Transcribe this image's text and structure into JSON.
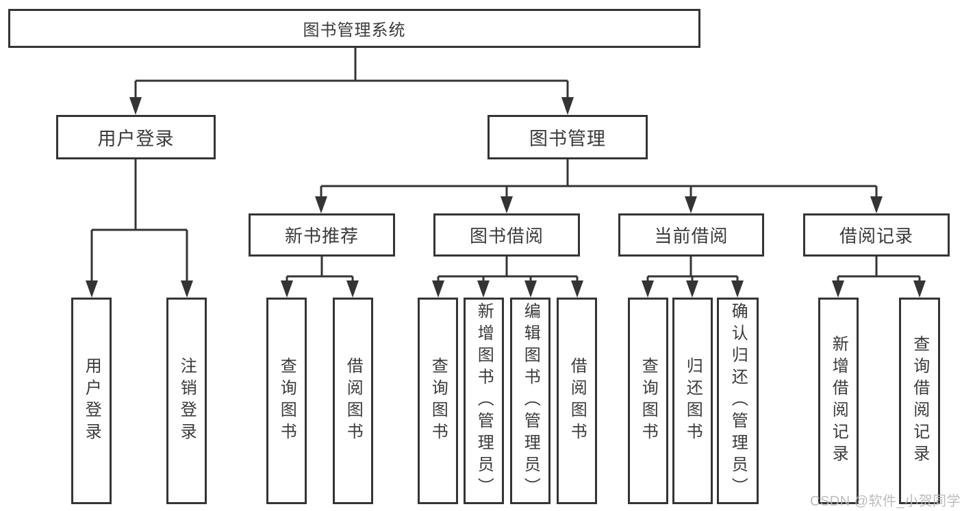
{
  "diagram": {
    "root": {
      "label": "图书管理系统"
    },
    "branches": [
      {
        "label": "用户登录",
        "children": [
          {
            "label": "用户登录"
          },
          {
            "label": "注销登录"
          }
        ]
      },
      {
        "label": "图书管理",
        "groups": [
          {
            "label": "新书推荐",
            "children": [
              {
                "label": "查询图书"
              },
              {
                "label": "借阅图书"
              }
            ]
          },
          {
            "label": "图书借阅",
            "children": [
              {
                "label": "查询图书"
              },
              {
                "label": "新增图书（管理员）"
              },
              {
                "label": "编辑图书（管理员）"
              },
              {
                "label": "借阅图书"
              }
            ]
          },
          {
            "label": "当前借阅",
            "children": [
              {
                "label": "查询图书"
              },
              {
                "label": "归还图书"
              },
              {
                "label": "确认归还（管理员）"
              }
            ]
          },
          {
            "label": "借阅记录",
            "children": [
              {
                "label": "新增借阅记录"
              },
              {
                "label": "查询借阅记录"
              }
            ]
          }
        ]
      }
    ]
  },
  "watermark": {
    "text": "CSDN @软件_小贺同学"
  },
  "colors": {
    "line": "#343434",
    "text": "#3a3a3a",
    "background": "#ffffff",
    "watermark": "#b6b6b6"
  }
}
